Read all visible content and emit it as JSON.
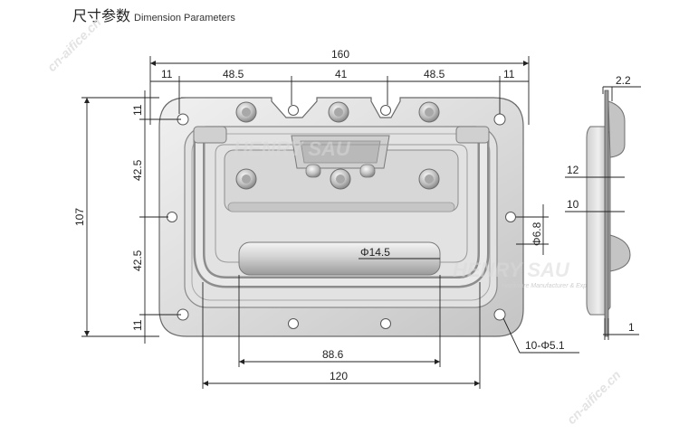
{
  "page": {
    "title_cn": "尺寸参数",
    "title_en": "Dimension Parameters"
  },
  "dimensions": {
    "overall_width": "160",
    "seg_left_edge": "11",
    "seg_left": "48.5",
    "seg_mid": "41",
    "seg_right": "48.5",
    "seg_right_edge": "11",
    "overall_height": "107",
    "v_top": "11",
    "v_upper": "42.5",
    "v_lower": "42.5",
    "v_bottom": "11",
    "handle_dia": "Φ14.5",
    "hole_dia": "Φ6.8",
    "grip_length": "88.6",
    "inner_width": "120",
    "holes_callout": "10-Φ5.1",
    "side_flange": "2.2",
    "side_depth_a": "12",
    "side_depth_b": "10",
    "side_thickness": "1"
  },
  "watermark": {
    "brand": "HENRY SAU",
    "tagline": "Hardware Manufacturer & Exporter",
    "site": "cn-aifice.cn"
  },
  "colors": {
    "metal_light": "#e6e6e6",
    "metal_mid": "#c9c9c9",
    "metal_dark": "#8f8f8f",
    "line": "#222222"
  }
}
